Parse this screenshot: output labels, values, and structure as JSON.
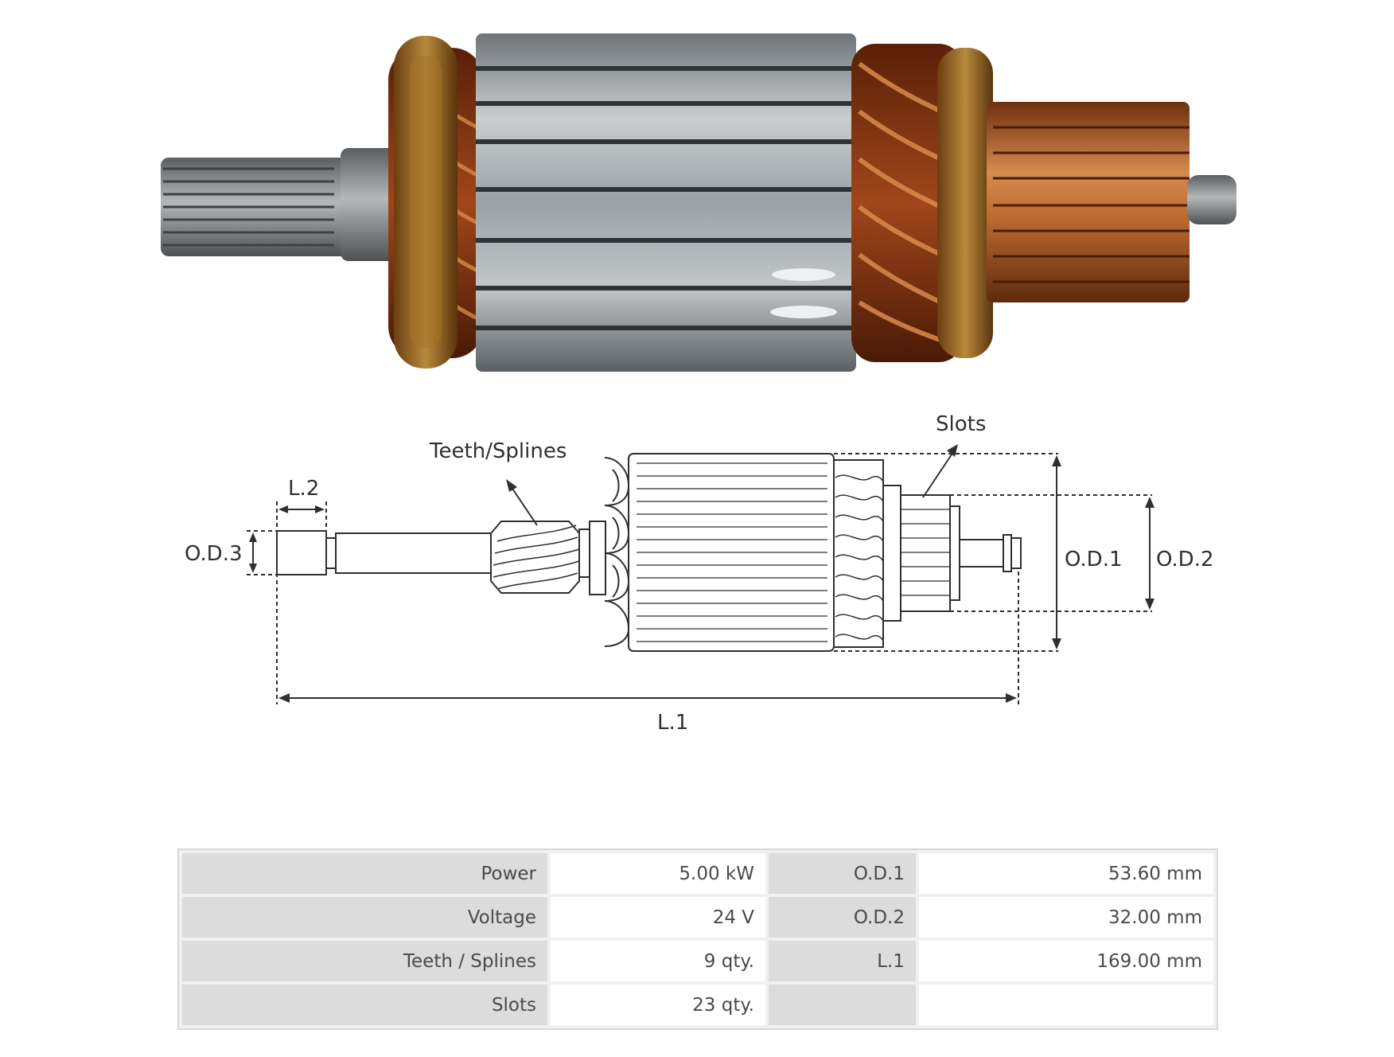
{
  "diagram": {
    "labels": {
      "teeth_splines": "Teeth/Splines",
      "slots": "Slots",
      "l2": "L.2",
      "od3": "O.D.3",
      "od1": "O.D.1",
      "od2": "O.D.2",
      "l1": "L.1"
    }
  },
  "specs": {
    "rows": [
      {
        "k1": "Power",
        "v1": "5.00 kW",
        "k2": "O.D.1",
        "v2": "53.60 mm"
      },
      {
        "k1": "Voltage",
        "v1": "24 V",
        "k2": "O.D.2",
        "v2": "32.00 mm"
      },
      {
        "k1": "Teeth / Splines",
        "v1": "9 qty.",
        "k2": "L.1",
        "v2": "169.00 mm"
      },
      {
        "k1": "Slots",
        "v1": "23 qty.",
        "k2": "",
        "v2": ""
      }
    ]
  },
  "colors": {
    "copper": "#b5642c",
    "steel": "#8e9498",
    "varnish": "#8a5a1e",
    "line": "#2f2f2f"
  }
}
